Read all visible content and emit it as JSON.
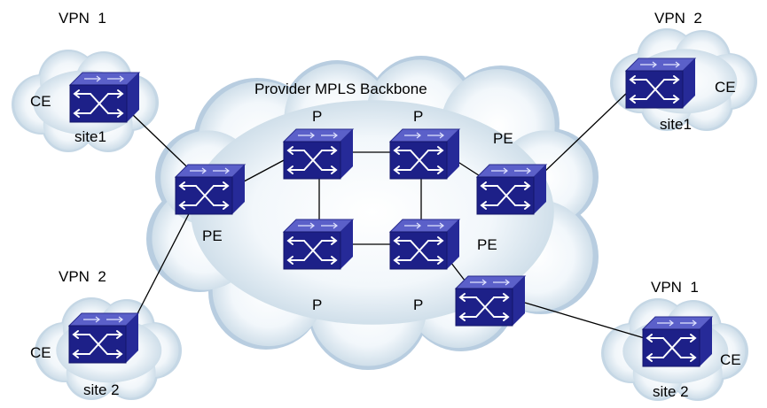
{
  "backbone": {
    "title": "Provider MPLS Backbone"
  },
  "sites": [
    {
      "vpn": "VPN  1",
      "ce": "CE",
      "site": "site1"
    },
    {
      "vpn": "VPN  2",
      "ce": "CE",
      "site": "site1"
    },
    {
      "vpn": "VPN  2",
      "ce": "CE",
      "site": "site 2"
    },
    {
      "vpn": "VPN  1",
      "ce": "CE",
      "site": "site 2"
    }
  ],
  "routers": {
    "pe_left": "PE",
    "pe_top_right": "PE",
    "pe_mid_right": "PE",
    "p_top_left": "P",
    "p_top_right": "P",
    "p_bottom_left": "P",
    "p_bottom_right": "P"
  },
  "colors": {
    "switch_top": "#5a5fc8",
    "switch_front": "#1b1e86",
    "switch_side": "#2a2ea0",
    "cloud_inner": "#ffffff",
    "cloud_outer": "#c8d9e6",
    "link": "#000000"
  },
  "icons": {
    "network_device": "switch-icon",
    "network_region": "cloud-icon"
  }
}
